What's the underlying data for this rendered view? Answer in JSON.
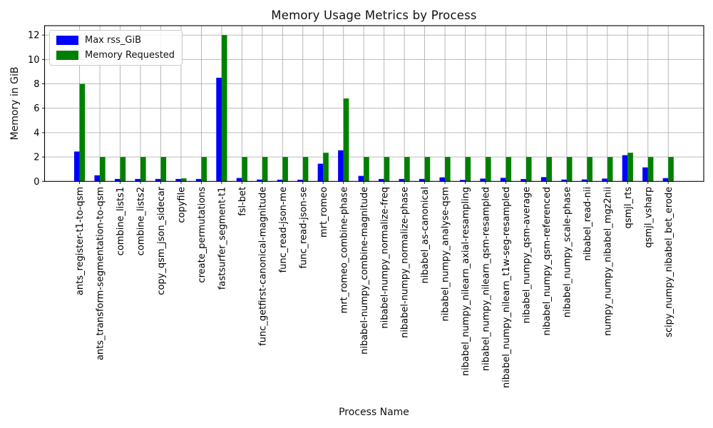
{
  "chart_data": {
    "type": "bar",
    "title": "Memory Usage Metrics by Process",
    "xlabel": "Process Name",
    "ylabel": "Memory in GiB",
    "ylim": [
      0,
      12.77
    ],
    "yticks": [
      0,
      2,
      4,
      6,
      8,
      10,
      12
    ],
    "grid": true,
    "legend_position": "upper left",
    "background_color": "#ffffff",
    "grid_color": "#b0b0b0",
    "axis_color": "#000000",
    "categories": [
      "ants_register-t1-to-qsm",
      "ants_transform-segmentation-to-qsm",
      "combine_lists1",
      "combine_lists2",
      "copy_qsm_json_sidecar",
      "copyfile",
      "create_permutations",
      "fastsurfer_segment-t1",
      "fsl-bet",
      "func_getfirst-canonical-magnitude",
      "func_read-json-me",
      "func_read-json-se",
      "mrt_romeo",
      "mrt_romeo_combine-phase",
      "nibabel-numpy_combine-magnitude",
      "nibabel-numpy_normalize-freq",
      "nibabel-numpy_normalize-phase",
      "nibabel_as-canonical",
      "nibabel_numpy_analyse-qsm",
      "nibabel_numpy_nilearn_axial-resampling",
      "nibabel_numpy_nilearn_qsm-resampled",
      "nibabel_numpy_nilearn_t1w-seg-resampled",
      "nibabel_numpy_qsm-average",
      "nibabel_numpy_qsm-referenced",
      "nibabel_numpy_scale-phase",
      "nibabel_read-nii",
      "numpy_numpy_nibabel_mgz2nii",
      "qsmjl_rts",
      "qsmjl_vsharp",
      "scipy_numpy_nibabel_bet_erode"
    ],
    "series": [
      {
        "name": "Max rss_GiB",
        "color": "#0000ff",
        "values": [
          2.45,
          0.5,
          0.2,
          0.2,
          0.2,
          0.2,
          0.2,
          8.5,
          0.28,
          0.15,
          0.14,
          0.14,
          1.45,
          2.55,
          0.45,
          0.2,
          0.2,
          0.2,
          0.33,
          0.12,
          0.23,
          0.29,
          0.19,
          0.35,
          0.15,
          0.16,
          0.23,
          2.15,
          1.15,
          0.27
        ]
      },
      {
        "name": "Memory Requested",
        "color": "#008000",
        "values": [
          8,
          2,
          2,
          2,
          2,
          0.25,
          2,
          12,
          2,
          2,
          2,
          2,
          2.35,
          6.8,
          2,
          2,
          2,
          2,
          2,
          2,
          2,
          2,
          2,
          2,
          2,
          2,
          2,
          2.35,
          2,
          2
        ]
      }
    ]
  }
}
